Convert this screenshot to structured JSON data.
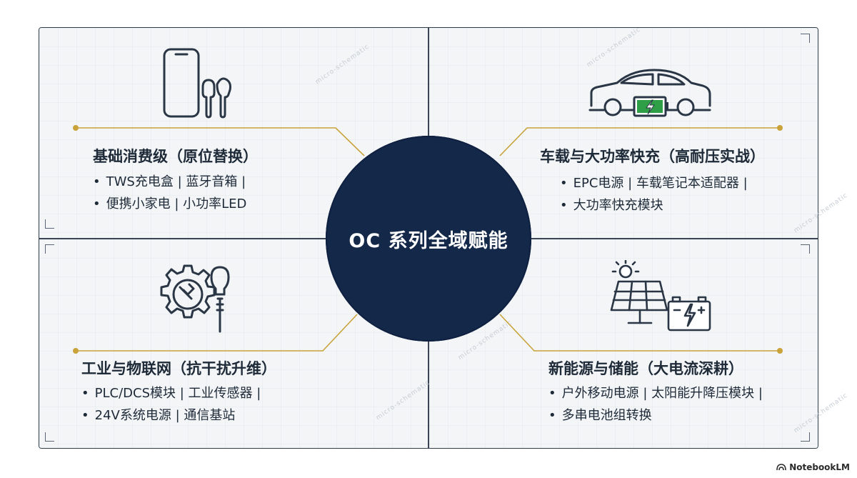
{
  "hub": {
    "title": "OC 系列全域赋能"
  },
  "quadrants": {
    "top_left": {
      "title": "基础消费级（原位替换）",
      "bullets": [
        "TWS充电盒 | 蓝牙音箱 |",
        "便携小家电 | 小功率LED"
      ],
      "icon": "phone-earbuds-icon"
    },
    "top_right": {
      "title": "车载与大功率快充（高耐压实战）",
      "bullets": [
        "EPC电源 | 车载笔记本适配器 |",
        "大功率快充模块"
      ],
      "icon": "electric-car-battery-icon"
    },
    "bottom_left": {
      "title": "工业与物联网（抗干扰升维）",
      "bullets": [
        "PLC/DCS模块 | 工业传感器 |",
        "24V系统电源 | 通信基站"
      ],
      "icon": "gear-wrench-sensor-icon"
    },
    "bottom_right": {
      "title": "新能源与储能（大电流深耕）",
      "bullets": [
        "户外移动电源 | 太阳能升降压模块 |",
        "多串电池组转换"
      ],
      "icon": "solar-panel-battery-icon"
    }
  },
  "watermark": "micro-schematic",
  "brand": "NotebookLM",
  "colors": {
    "hub": "#14284a",
    "accent": "#c9a23a",
    "battery_green": "#2e9e47",
    "line": "#2a3645"
  }
}
